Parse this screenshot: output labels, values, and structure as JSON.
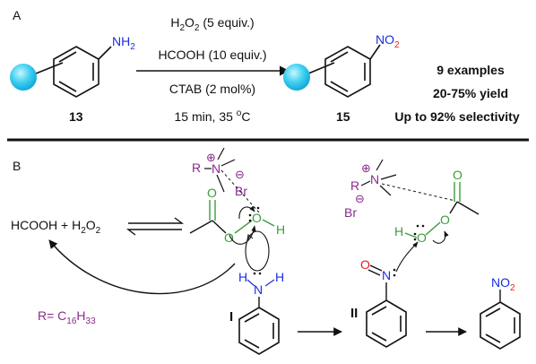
{
  "panel_a": {
    "label": "A",
    "reactant": {
      "group": "NH",
      "group_sub": "2",
      "number": "13"
    },
    "conditions": {
      "line1_pre": "H",
      "line1_sub": "2",
      "line1_mid": "O",
      "line1_sub2": "2",
      "line1_post": " (5 equiv.)",
      "line2": "HCOOH (10 equiv.)",
      "line3": "CTAB (2 mol%)",
      "line4_pre": "15 min, 35 ",
      "line4_sup": "o",
      "line4_post": "C"
    },
    "product": {
      "group": "NO",
      "group_sub": "2",
      "number": "15"
    },
    "summary": [
      "9 examples",
      "20-75% yield",
      "Up to 92% selectivity"
    ]
  },
  "panel_b": {
    "label": "B",
    "equilibrium": {
      "left": "HCOOH + H",
      "sub": "2",
      "right": "O",
      "sub2": "2"
    },
    "ctab1": {
      "plus": "⊕",
      "minus": "⊖",
      "r": "R",
      "n": "N",
      "br": "Br"
    },
    "ctab2": {
      "plus": "⊕",
      "minus": "⊖",
      "r": "R",
      "n": "N",
      "br": "Br"
    },
    "peracid1": {
      "o_top": "O",
      "o_mid": "O",
      "o_end": "O",
      "h": "H"
    },
    "peracid2": {
      "o_top": "O",
      "o_mid": "O",
      "o_end": "O",
      "h": "H"
    },
    "amine": {
      "h_left": "H",
      "n": "N",
      "h_right": "H"
    },
    "nitroso": {
      "o": "O",
      "n": "N"
    },
    "nitro": {
      "group": "NO",
      "group_sub": "2"
    },
    "intermediates": [
      "I",
      "II"
    ],
    "r_definition": {
      "pre": "R= C",
      "sub": "16",
      "mid": "H",
      "sub2": "33"
    }
  },
  "colors": {
    "ring_ball": "#3fd0f0",
    "nitro_red": "#e8191e",
    "ctab_purple": "#8a2a8e",
    "peracid_green": "#3a9c3a",
    "amine_blue": "#1a2ee0"
  }
}
